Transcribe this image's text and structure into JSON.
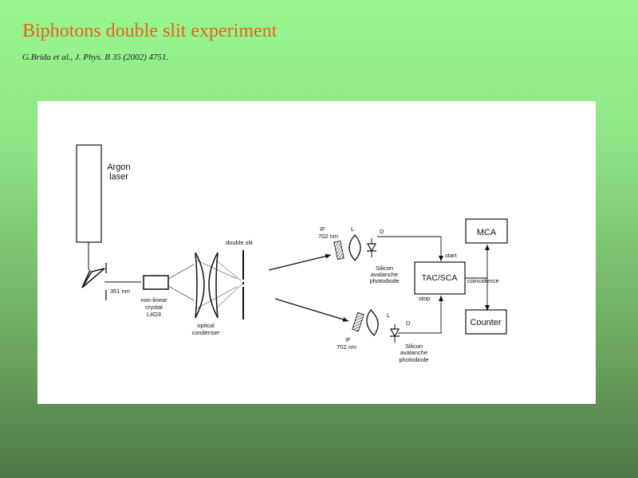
{
  "slide": {
    "title": "Biphotons double slit experiment",
    "citation": "G.Brida et al., J. Phys. B 35 (2002) 4751."
  },
  "diagram": {
    "argon_laser_line1": "Argon",
    "argon_laser_line2": "laser",
    "wavelength_pump": "351 nm",
    "crystal_line1": "non-linear",
    "crystal_line2": "crystal",
    "crystal_line3": "LiIO3",
    "condenser_line1": "optical",
    "condenser_line2": "condenser",
    "double_slit": "double slit",
    "upper_filter": "IF",
    "upper_filter_wavelength": "702 nm",
    "upper_lens": "L",
    "upper_detector": "D",
    "upper_photodiode_line1": "Silicon",
    "upper_photodiode_line2": "avalanche",
    "upper_photodiode_line3": "photodiode",
    "lower_filter": "IF",
    "lower_filter_wavelength": "702 nm",
    "lower_lens": "L",
    "lower_detector": "D",
    "lower_photodiode_line1": "Silicon",
    "lower_photodiode_line2": "avalanche",
    "lower_photodiode_line3": "photodiode",
    "tac_sca": "TAC/SCA",
    "start": "start",
    "stop": "stop",
    "coincidence": "coincidence",
    "mca": "MCA",
    "counter": "Counter"
  }
}
